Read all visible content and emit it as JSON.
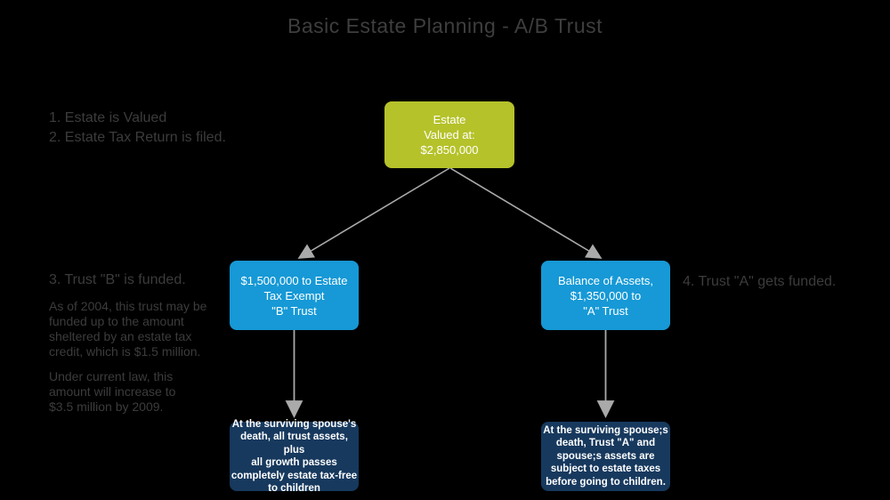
{
  "title": "Basic Estate Planning - A/B Trust",
  "annotations": {
    "step1": "1. Estate is Valued",
    "step2": "2. Estate Tax Return is filed.",
    "step3_heading": "3. Trust \"B\" is funded.",
    "step3_para1": "As of 2004, this trust may be\nfunded up to the amount\nsheltered by an estate tax\ncredit, which is $1.5 million.",
    "step3_para2": "Under current law, this\namount will increase to\n$3.5 million by 2009.",
    "step4": "4. Trust \"A\" gets funded."
  },
  "nodes": {
    "estate": {
      "text": "Estate\nValued at:\n$2,850,000",
      "color": "#b5c22a"
    },
    "trust_b": {
      "text": "$1,500,000 to Estate\nTax Exempt\n\"B\" Trust",
      "color": "#1699d6"
    },
    "trust_a": {
      "text": "Balance of Assets,\n$1,350,000 to\n\"A\" Trust",
      "color": "#1699d6"
    },
    "outcome_b": {
      "text": "At the surviving spouse's\ndeath, all trust assets, plus\nall growth passes\ncompletely estate tax-free\nto children",
      "color": "#17395e"
    },
    "outcome_a": {
      "text": "At the surviving spouse;s\ndeath, Trust \"A\" and\nspouse;s assets are\nsubject to estate taxes\nbefore going to children.",
      "color": "#17395e"
    }
  },
  "colors": {
    "background": "#000000",
    "estate_box": "#b5c22a",
    "trust_box": "#1699d6",
    "outcome_box": "#17395e",
    "connector": "#aaaaaa",
    "annotation_text": "#3c3c3e",
    "title_text": "#3e3e40",
    "box_text": "#ffffff"
  }
}
